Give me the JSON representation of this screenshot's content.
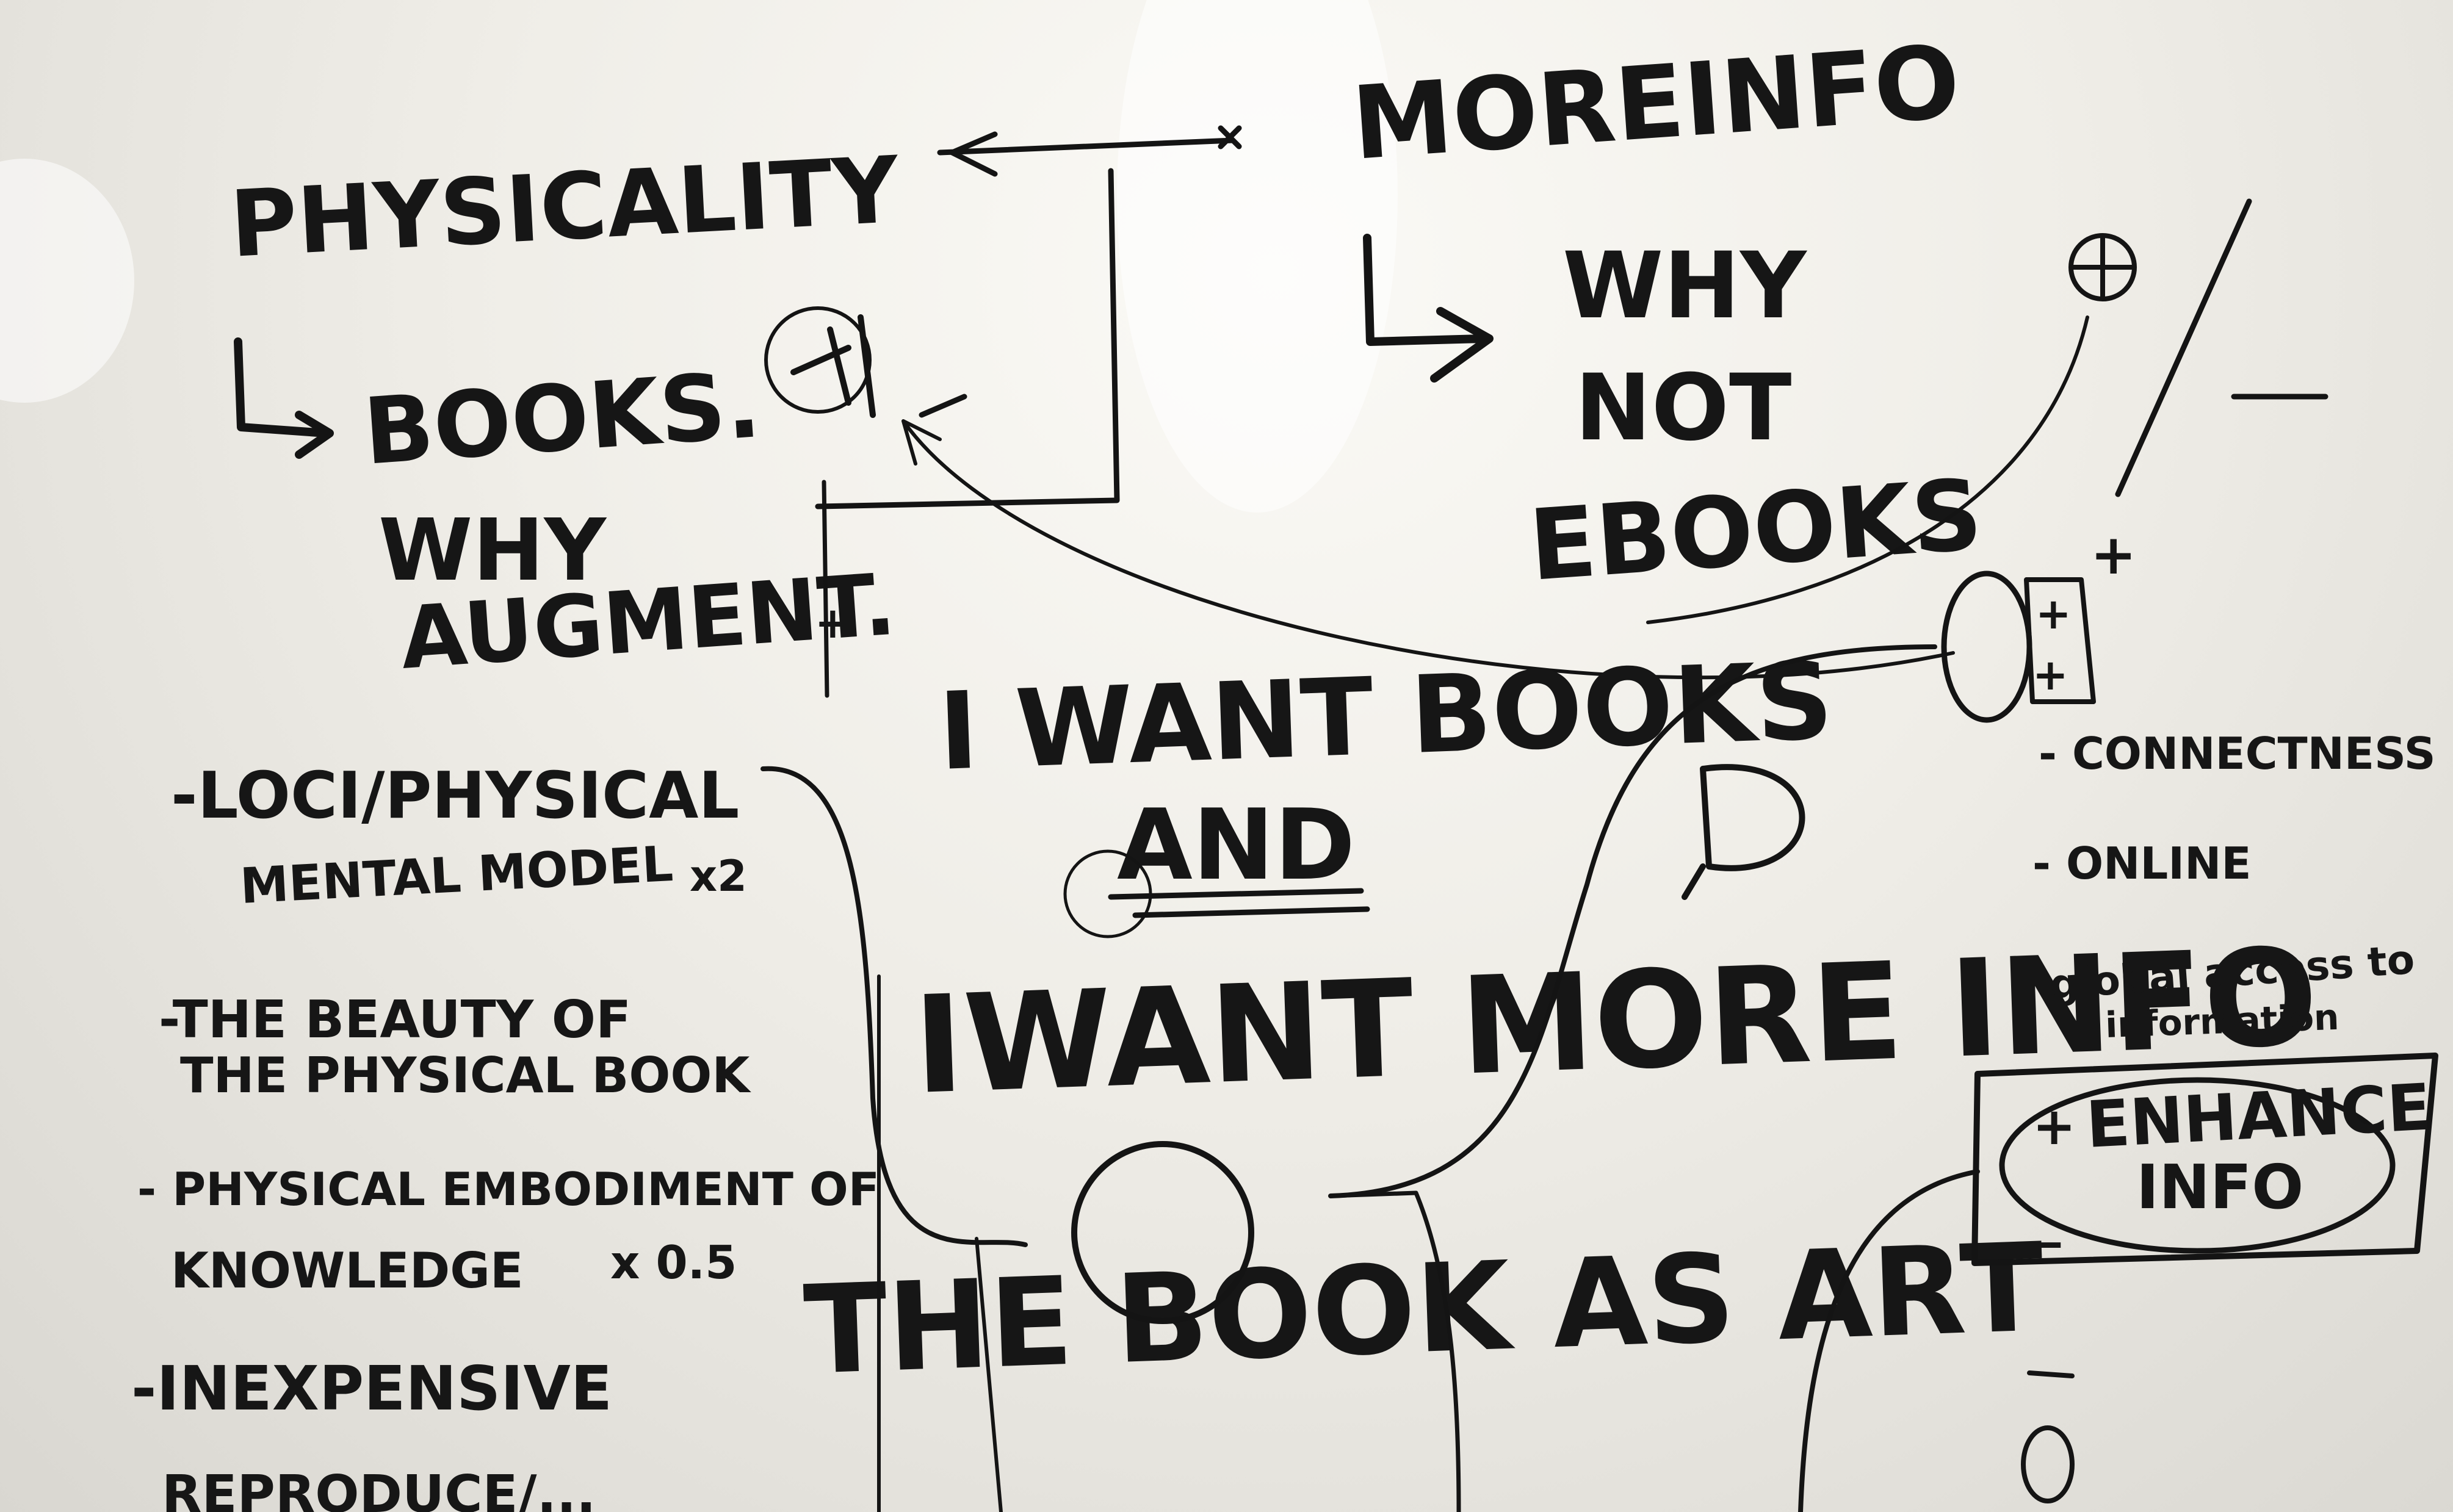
{
  "whiteboard": {
    "physicality": "PHYSICALITY",
    "books": "BOOKS.",
    "why_augment_1": "WHY",
    "why_augment_2": "AUGMENT.",
    "more_info": "MOREINFO",
    "why_not_1": "WHY",
    "why_not_2": "NOT",
    "why_not_3": "EBOOKS",
    "i_want_books": "I WANT BOOKS",
    "and": "AND",
    "i_want_more_info": "IWANT MORE INFO",
    "book_as_art": "THE BOOK AS ART",
    "list_left": [
      {
        "line1": "-LOCI/PHYSICAL",
        "line2": "MENTAL MODEL",
        "mark": "x2"
      },
      {
        "line1": "-THE BEAUTY OF",
        "line2": "THE PHYSICAL BOOK",
        "mark": ""
      },
      {
        "line1": "- PHYSICAL EMBODIMENT OF",
        "line2": "KNOWLEDGE",
        "mark": "x 0.5"
      },
      {
        "line1": "-INEXPENSIVE",
        "line2": "",
        "mark": ""
      },
      {
        "line1": "REPRODUCE/...",
        "line2": "",
        "mark": ""
      }
    ],
    "list_right": [
      "- CONNECTNESS",
      "- ONLINE",
      "- global access to",
      "information"
    ],
    "enhance_info_1": "ENHANCE",
    "enhance_info_2": "INFO",
    "plus_sign": "+",
    "minus_sign": "—",
    "ink_color": "#151515"
  }
}
